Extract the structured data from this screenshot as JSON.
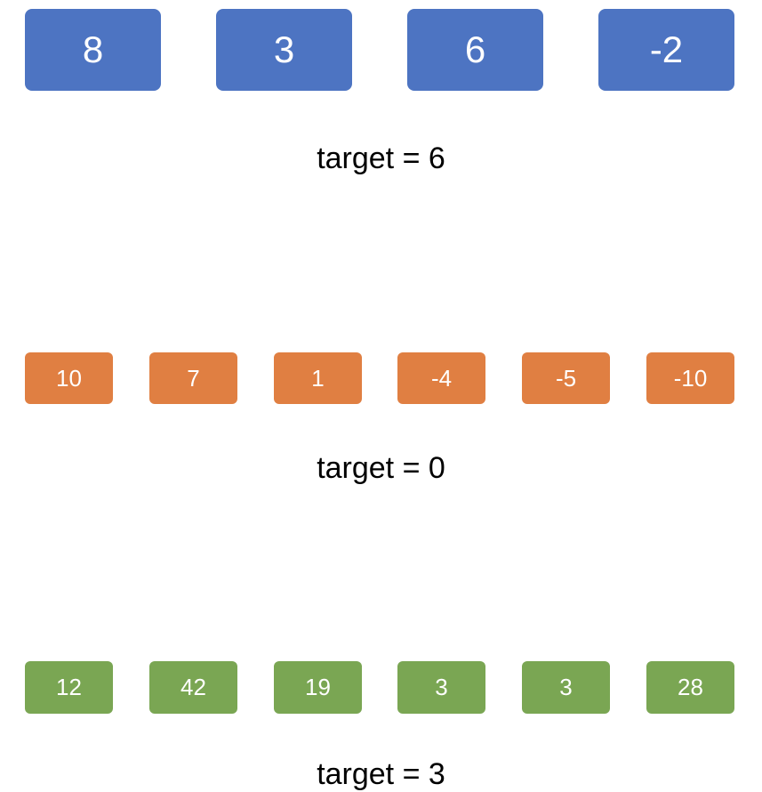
{
  "groups": [
    {
      "color": "#4d74c2",
      "values": [
        "8",
        "3",
        "6",
        "-2"
      ],
      "target_label": "target = 6"
    },
    {
      "color": "#e07f42",
      "values": [
        "10",
        "7",
        "1",
        "-4",
        "-5",
        "-10"
      ],
      "target_label": "target = 0"
    },
    {
      "color": "#7aa653",
      "values": [
        "12",
        "42",
        "19",
        "3",
        "3",
        "28"
      ],
      "target_label": "target = 3"
    }
  ]
}
